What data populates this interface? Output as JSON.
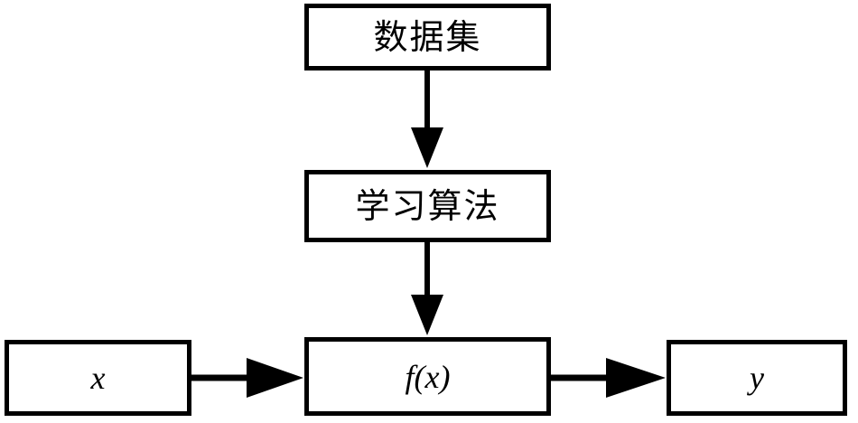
{
  "diagram": {
    "title": "Supervised learning pipeline flow diagram",
    "background_color": "#ffffff",
    "stroke_color": "#000000",
    "nodes": [
      {
        "id": "dataset",
        "label": "数据集",
        "script": "cjk",
        "role": "top-input"
      },
      {
        "id": "algorithm",
        "label": "学习算法",
        "script": "cjk",
        "role": "process"
      },
      {
        "id": "model",
        "label": "f(x)",
        "script": "math",
        "role": "model"
      },
      {
        "id": "input",
        "label": "x",
        "script": "math",
        "role": "input"
      },
      {
        "id": "output",
        "label": "y",
        "script": "math",
        "role": "output"
      }
    ],
    "edges": [
      {
        "id": "dataset-to-algorithm",
        "from": "dataset",
        "to": "algorithm",
        "direction": "down",
        "label": ""
      },
      {
        "id": "algorithm-to-model",
        "from": "algorithm",
        "to": "model",
        "direction": "down",
        "label": ""
      },
      {
        "id": "input-to-model",
        "from": "input",
        "to": "model",
        "direction": "right",
        "label": ""
      },
      {
        "id": "model-to-output",
        "from": "model",
        "to": "output",
        "direction": "right",
        "label": ""
      }
    ]
  }
}
